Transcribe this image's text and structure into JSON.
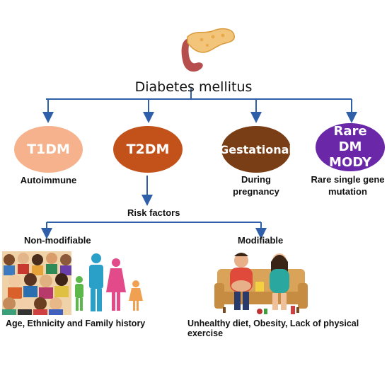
{
  "title": "Diabetes mellitus",
  "types": [
    {
      "label": "T1DM",
      "desc": "Autoimmune",
      "color": "#f5b28c"
    },
    {
      "label": "T2DM",
      "desc": "",
      "color": "#c2521a"
    },
    {
      "label": "Gestational",
      "desc": "During pregnancy",
      "color": "#7a3e16"
    },
    {
      "label": "Rare DM MODY",
      "desc": "Rare single gene mutation",
      "color": "#6a28a8"
    }
  ],
  "risk_factors": {
    "label": "Risk factors",
    "non_modifiable": {
      "label": "Non-modifiable",
      "caption": "Age, Ethnicity and Family history"
    },
    "modifiable": {
      "label": "Modifiable",
      "caption": "Unhealthy diet, Obesity, Lack of physical exercise"
    }
  },
  "colors": {
    "arrow": "#2f5fa8"
  },
  "icons": [
    "pancreas-icon",
    "crowd-illustration",
    "family-figures-icon",
    "couch-people-illustration"
  ]
}
